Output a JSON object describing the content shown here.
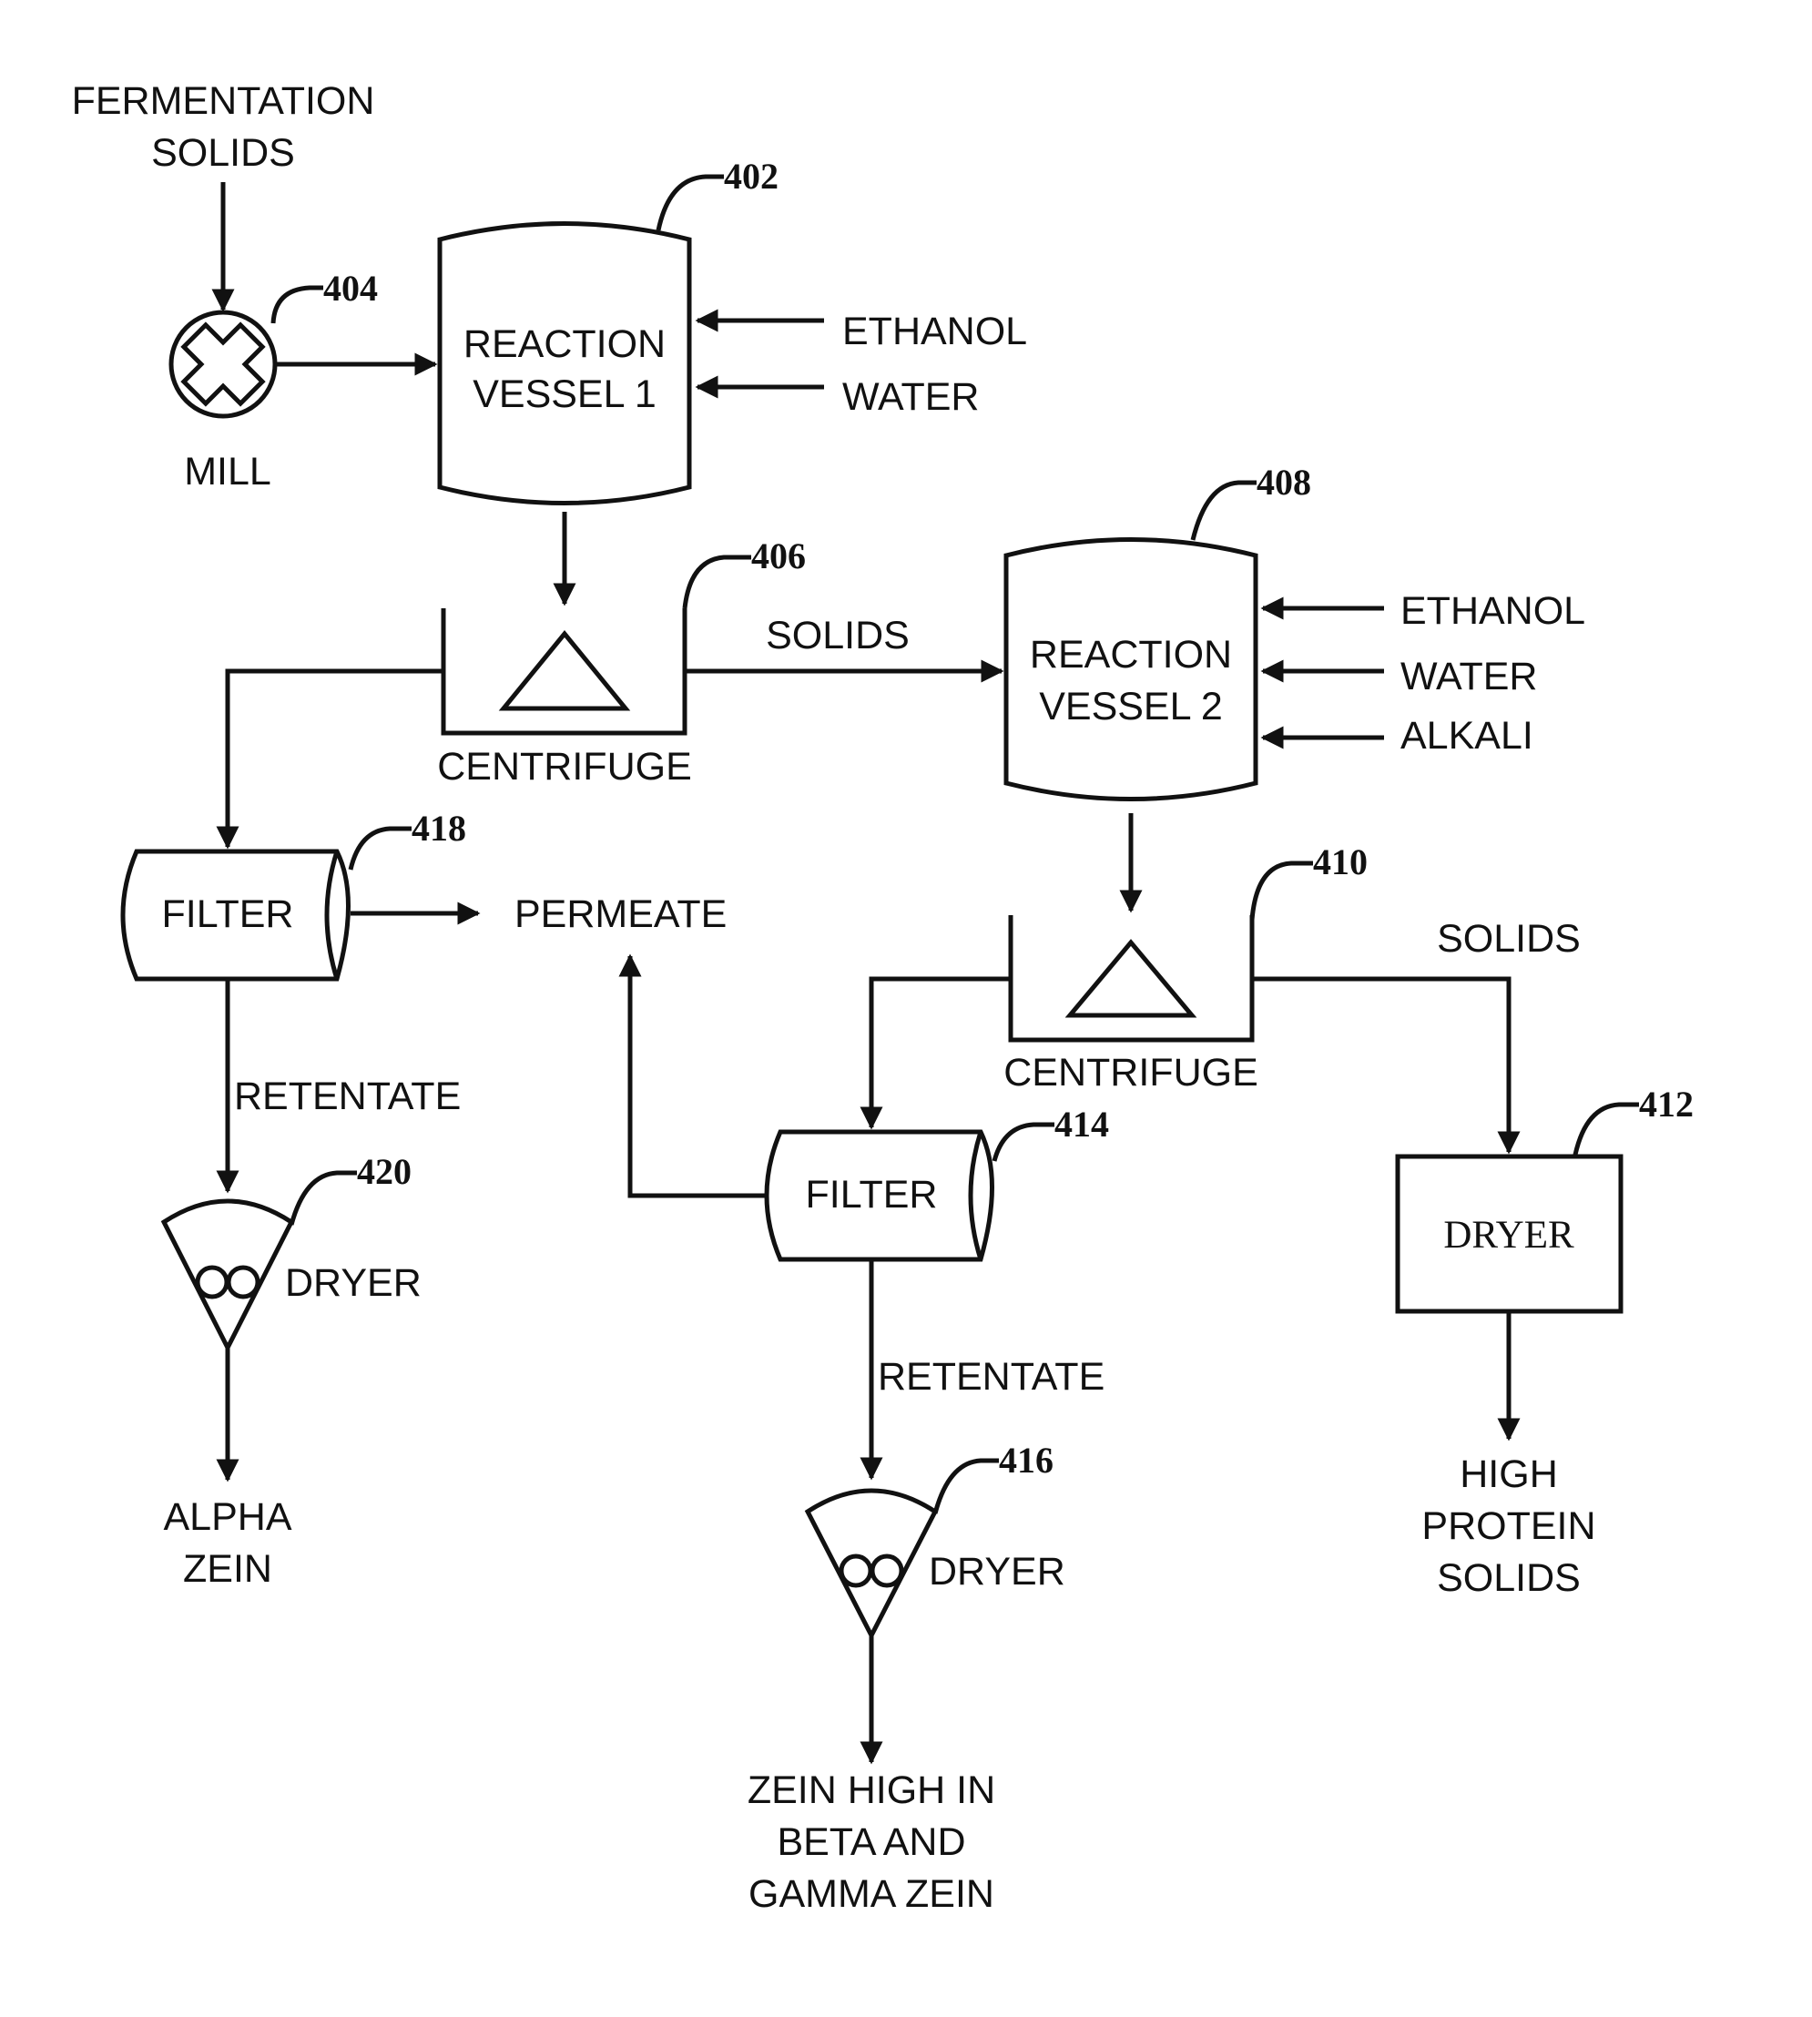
{
  "feed": {
    "line1": "FERMENTATION",
    "line2": "SOLIDS"
  },
  "mill": {
    "label": "MILL",
    "ref": "404"
  },
  "vessel1": {
    "line1": "REACTION",
    "line2": "VESSEL 1",
    "ref": "402",
    "inputs": [
      "ETHANOL",
      "WATER"
    ]
  },
  "centrifuge1": {
    "label": "CENTRIFUGE",
    "ref": "406",
    "solids_label": "SOLIDS"
  },
  "vessel2": {
    "line1": "REACTION",
    "line2": "VESSEL 2",
    "ref": "408",
    "inputs": [
      "ETHANOL",
      "WATER",
      "ALKALI"
    ]
  },
  "filter1": {
    "label": "FILTER",
    "ref": "418"
  },
  "permeate": {
    "label": "PERMEATE"
  },
  "retentate1": {
    "label": "RETENTATE"
  },
  "dryer1": {
    "label": "DRYER",
    "ref": "420"
  },
  "product1": {
    "line1": "ALPHA",
    "line2": "ZEIN"
  },
  "centrifuge2": {
    "label": "CENTRIFUGE",
    "ref": "410",
    "solids_label": "SOLIDS"
  },
  "filter2": {
    "label": "FILTER",
    "ref": "414"
  },
  "retentate2": {
    "label": "RETENTATE"
  },
  "dryer2": {
    "label": "DRYER",
    "ref": "416"
  },
  "product2": {
    "line1": "ZEIN HIGH IN",
    "line2": "BETA AND",
    "line3": "GAMMA ZEIN"
  },
  "dryer3": {
    "label": "DRYER",
    "ref": "412"
  },
  "product3": {
    "line1": "HIGH",
    "line2": "PROTEIN",
    "line3": "SOLIDS"
  }
}
